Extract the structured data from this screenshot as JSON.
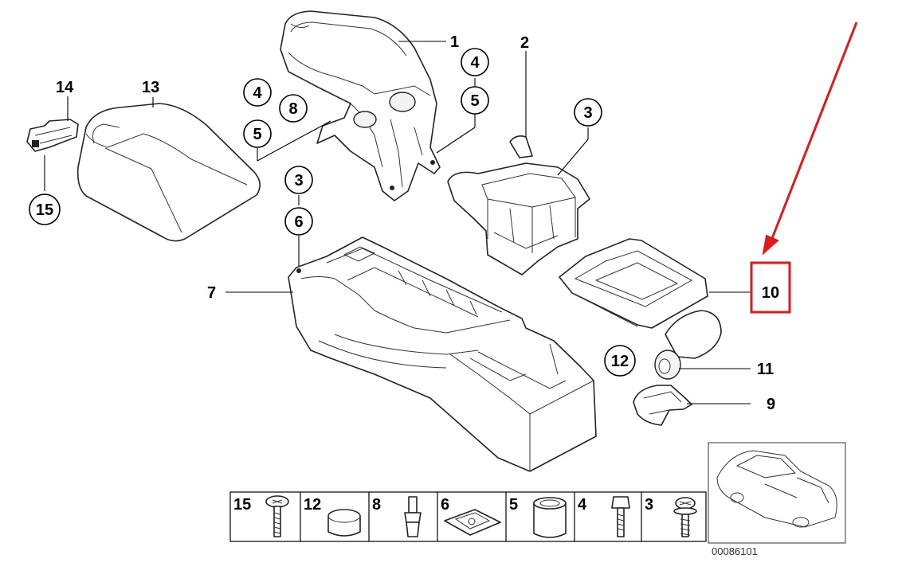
{
  "diagram": {
    "callouts": {
      "c1": "1",
      "c2": "2",
      "c3a": "3",
      "c4a": "4",
      "c5a": "5",
      "c4b": "4",
      "c8": "8",
      "c5b": "5",
      "c3b": "3",
      "c6": "6",
      "c7": "7",
      "c13": "13",
      "c14": "14",
      "c15": "15",
      "c10": "10",
      "c11": "11",
      "c12": "12",
      "c9": "9"
    },
    "highlight_color": "#e0191b",
    "hardware_strip": [
      {
        "num": "15",
        "icon": "screw-icon"
      },
      {
        "num": "12",
        "icon": "plug-cap-icon"
      },
      {
        "num": "8",
        "icon": "pin-icon"
      },
      {
        "num": "6",
        "icon": "clip-nut-icon"
      },
      {
        "num": "5",
        "icon": "sleeve-icon"
      },
      {
        "num": "4",
        "icon": "bolt-icon"
      },
      {
        "num": "3",
        "icon": "washer-screw-icon"
      }
    ],
    "drawing_code": "00086101"
  }
}
